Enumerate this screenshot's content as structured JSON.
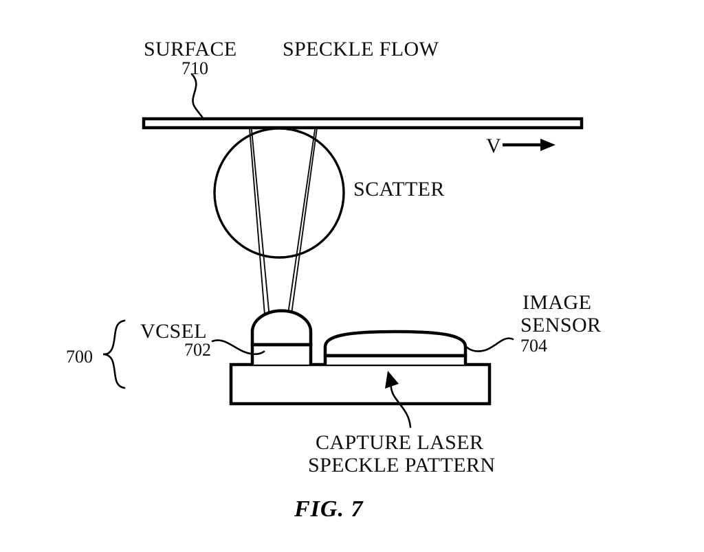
{
  "figure": {
    "caption": "FIG. 7",
    "assembly_ref": "700"
  },
  "labels": {
    "surface": {
      "text": "SURFACE",
      "ref": "710"
    },
    "speckle_flow": {
      "text": "SPECKLE FLOW"
    },
    "scatter": {
      "text": "SCATTER"
    },
    "velocity": {
      "text": "V"
    },
    "vcsel": {
      "text": "VCSEL",
      "ref": "702"
    },
    "image_sensor": {
      "line1": "IMAGE",
      "line2": "SENSOR",
      "ref": "704"
    },
    "capture": {
      "line1": "CAPTURE LASER",
      "line2": "SPECKLE PATTERN"
    }
  },
  "colors": {
    "ink": "#000000",
    "background": "#ffffff"
  },
  "icons": {
    "velocity_arrow": "arrow-right-icon",
    "capture_arrow": "arrow-up-left-icon",
    "assembly_brace": "curly-brace-icon",
    "surface_leader": "s-curve-leader-icon",
    "vcsel_leader": "s-curve-leader-icon",
    "sensor_leader": "s-curve-leader-icon"
  }
}
